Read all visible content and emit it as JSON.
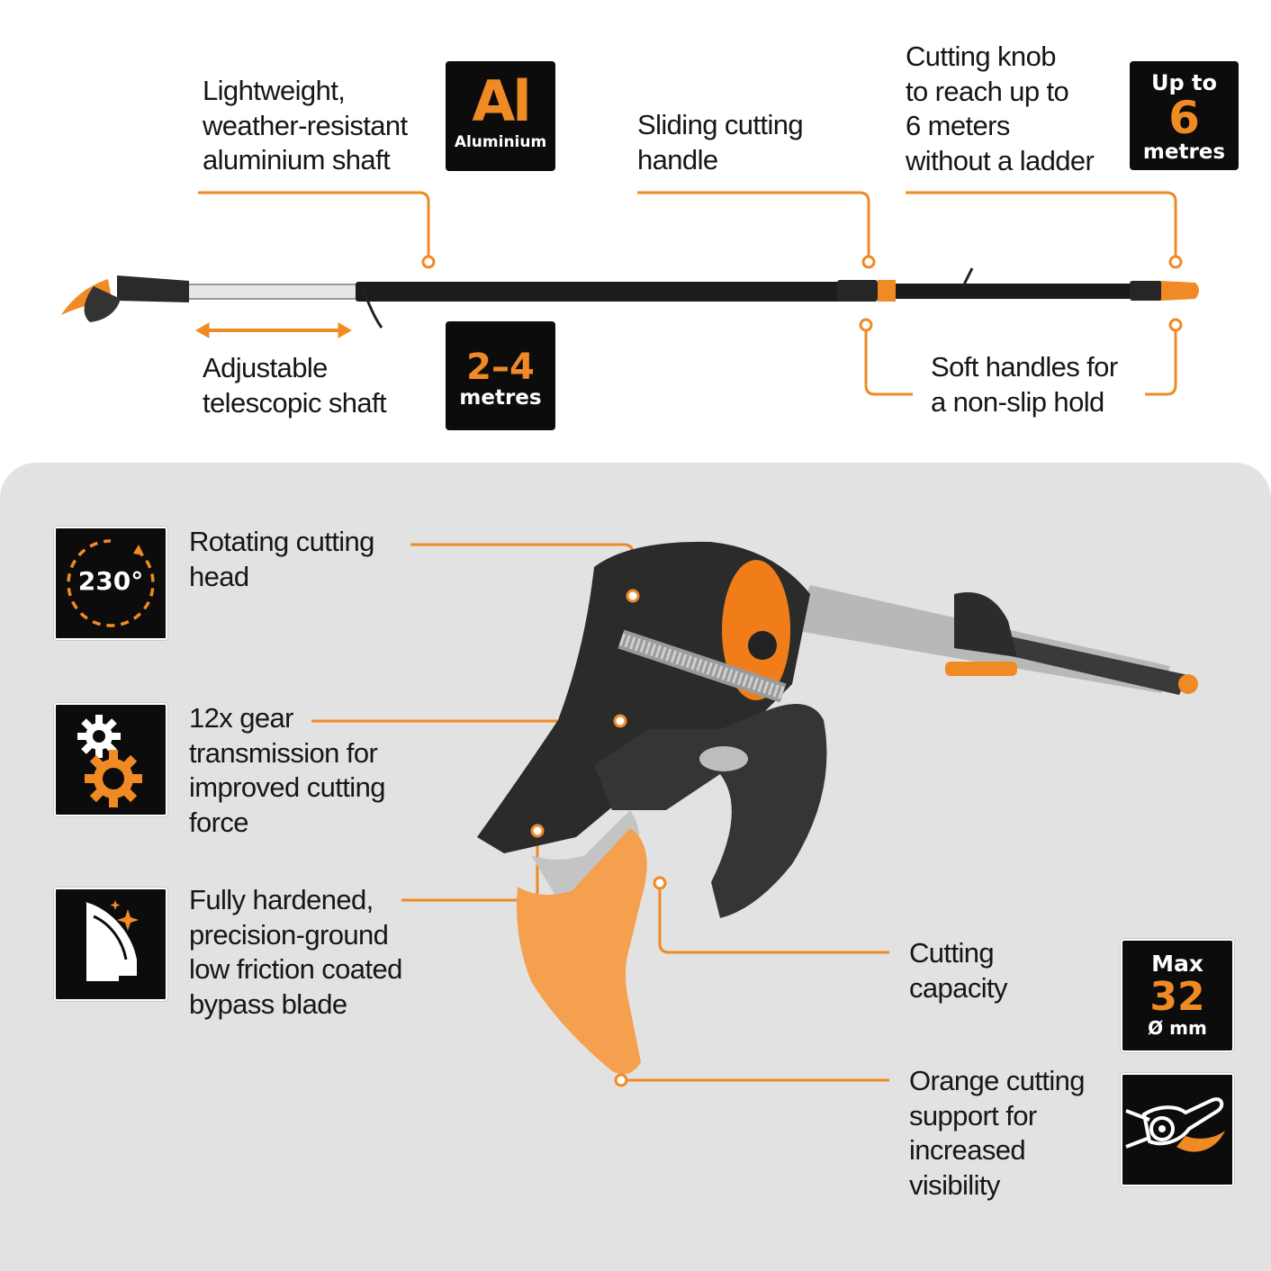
{
  "colors": {
    "accent": "#f08a24",
    "badge_bg": "#0c0c0c",
    "panel_bg": "#e2e2e2"
  },
  "top": {
    "shaft_text": "Lightweight,\nweather-resistant\naluminium shaft",
    "al_badge": {
      "symbol": "Al",
      "label": "Aluminium"
    },
    "sliding_text": "Sliding cutting\nhandle",
    "knob_text": "Cutting knob\nto reach up to\n6 meters\nwithout a ladder",
    "reach_badge": {
      "line1": "Up to",
      "value": "6",
      "unit": "metres"
    },
    "telescopic_text": "Adjustable\ntelescopic shaft",
    "length_badge": {
      "value": "2–4",
      "unit": "metres"
    },
    "soft_text": "Soft handles for\na non-slip hold"
  },
  "bottom": {
    "rotating_text": "Rotating cutting\nhead",
    "rotating_icon": {
      "name": "rotation-230-icon",
      "label": "230°"
    },
    "gear_text": "12x gear\ntransmission for\nimproved cutting\nforce",
    "gear_icon": {
      "name": "gears-icon"
    },
    "blade_text": "Fully hardened,\nprecision-ground\nlow friction coated\nbypass blade",
    "blade_icon": {
      "name": "blade-sparkle-icon"
    },
    "capacity_text": "Cutting\ncapacity",
    "capacity_badge": {
      "line1": "Max",
      "value": "32",
      "unit": "Ø mm"
    },
    "support_text": "Orange cutting\nsupport for\nincreased\nvisibility",
    "support_icon": {
      "name": "pruner-head-icon"
    }
  }
}
